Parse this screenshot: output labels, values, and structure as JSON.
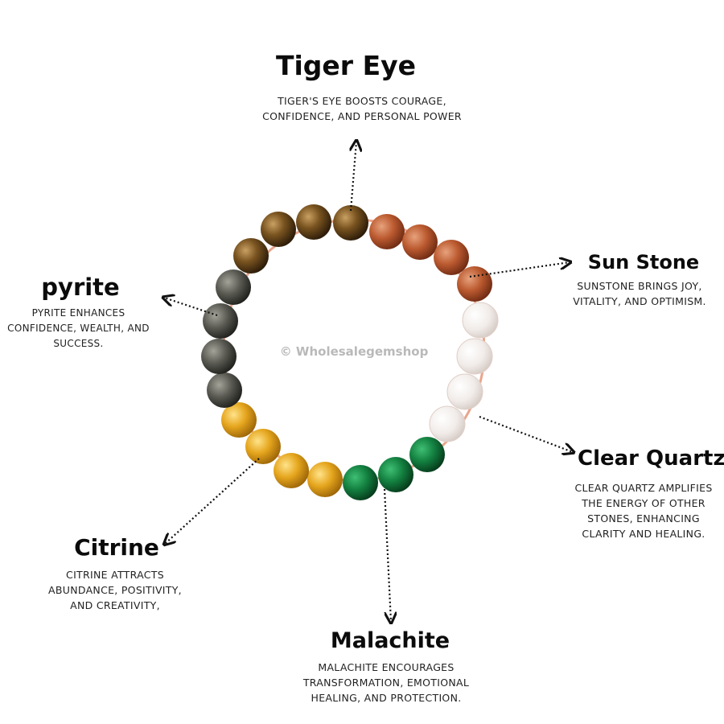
{
  "watermark": "© Wholesalegemshop",
  "stones": {
    "tiger_eye": {
      "title": "Tiger Eye",
      "lines": [
        "TIGER'S EYE BOOSTS COURAGE,",
        "CONFIDENCE, AND PERSONAL POWER"
      ]
    },
    "sun_stone": {
      "title": "Sun Stone",
      "lines": [
        "SUNSTONE BRINGS JOY,",
        "VITALITY, AND OPTIMISM."
      ]
    },
    "pyrite": {
      "title": "pyrite",
      "lines": [
        "PYRITE ENHANCES",
        "CONFIDENCE, WEALTH, AND",
        "SUCCESS."
      ]
    },
    "clear_quartz": {
      "title": "Clear Quartz",
      "lines": [
        "CLEAR QUARTZ AMPLIFIES",
        "THE ENERGY OF OTHER",
        "STONES, ENHANCING",
        "CLARITY AND HEALING."
      ]
    },
    "citrine": {
      "title": "Citrine",
      "lines": [
        "CITRINE ATTRACTS",
        "ABUNDANCE, POSITIVITY,",
        "AND CREATIVITY,"
      ]
    },
    "malachite": {
      "title": "Malachite",
      "lines": [
        "MALACHITE ENCOURAGES",
        "TRANSFORMATION, EMOTIONAL",
        "HEALING, AND PROTECTION."
      ]
    }
  },
  "colors": {
    "tiger_eye": "#6b4a1e",
    "sun_stone": "#b5532b",
    "pyrite": "#55554f",
    "clear_quartz": "#ece6e2",
    "citrine": "#e3a21c",
    "malachite": "#137a3c",
    "string": "#e9a58c"
  }
}
